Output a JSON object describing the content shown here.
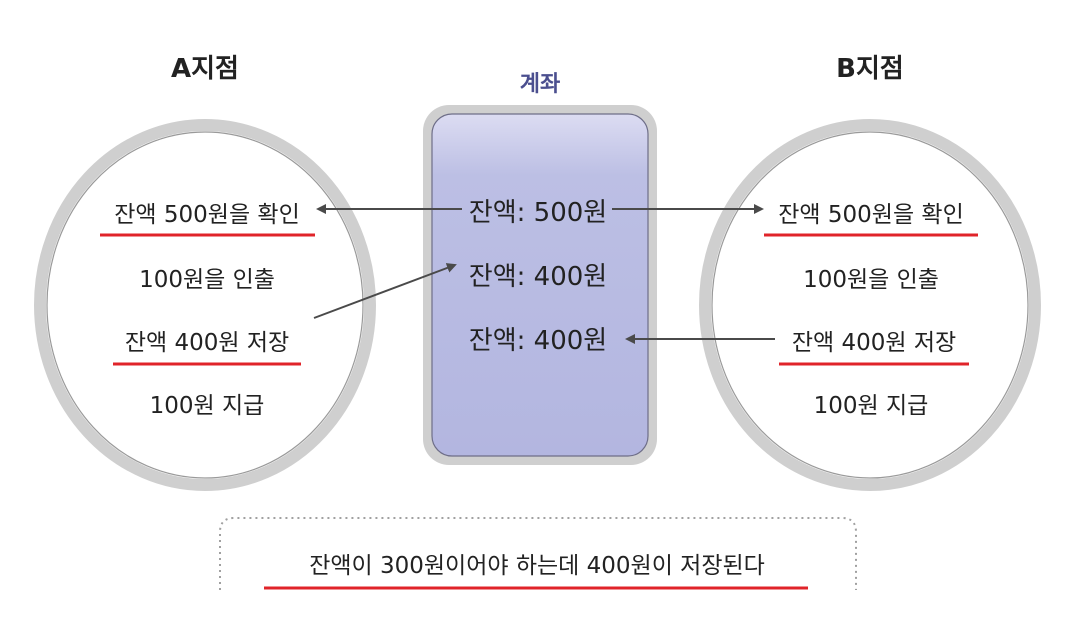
{
  "branch_a": {
    "title": "A지점",
    "steps": [
      "잔액 500원을 확인",
      "100원을 인출",
      "잔액 400원 저장",
      "100원 지급"
    ]
  },
  "branch_b": {
    "title": "B지점",
    "steps": [
      "잔액 500원을 확인",
      "100원을 인출",
      "잔액 400원 저장",
      "100원 지급"
    ]
  },
  "account": {
    "title": "계좌",
    "balances": [
      "잔액: 500원",
      "잔액: 400원",
      "잔액: 400원"
    ]
  },
  "note": "잔액이 300원이어야 하는데 400원이 저장된다",
  "colors": {
    "underline": "#e0242a",
    "account_fill": "#b9bbe2",
    "account_title": "#4b4f8f",
    "ellipse_border": "#cfcfcf",
    "arrow": "#4a4a4a"
  }
}
